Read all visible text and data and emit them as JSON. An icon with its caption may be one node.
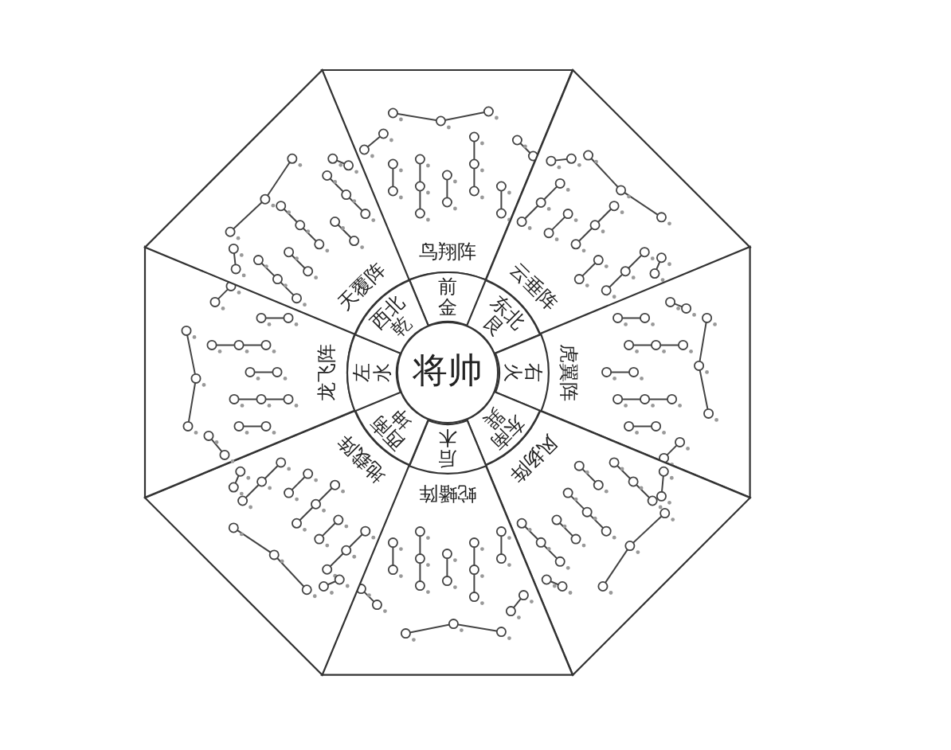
{
  "diagram": {
    "nodes": [
      {
        "text": [
          "将帅"
        ]
      },
      {
        "text": [
          "前",
          "金"
        ]
      },
      {
        "text": [
          "东北",
          "艮"
        ]
      },
      {
        "text": [
          "右",
          "火"
        ]
      },
      {
        "text": [
          "东南",
          "巽"
        ]
      },
      {
        "text": [
          "后",
          "木"
        ]
      },
      {
        "text": [
          "西南",
          "坤"
        ]
      },
      {
        "text": [
          "左",
          "水"
        ]
      },
      {
        "text": [
          "西北",
          "乾"
        ]
      },
      {
        "text": [
          "鸟翔阵"
        ]
      },
      {
        "text": [
          "云垂阵"
        ]
      },
      {
        "text": [
          "虎翼阵"
        ]
      },
      {
        "text": [
          "风扬阵"
        ]
      },
      {
        "text": [
          "蛇蟠阵"
        ]
      },
      {
        "text": [
          "地载阵"
        ]
      },
      {
        "text": [
          "龙飞阵"
        ]
      },
      {
        "text": [
          "天覆阵"
        ]
      }
    ]
  }
}
